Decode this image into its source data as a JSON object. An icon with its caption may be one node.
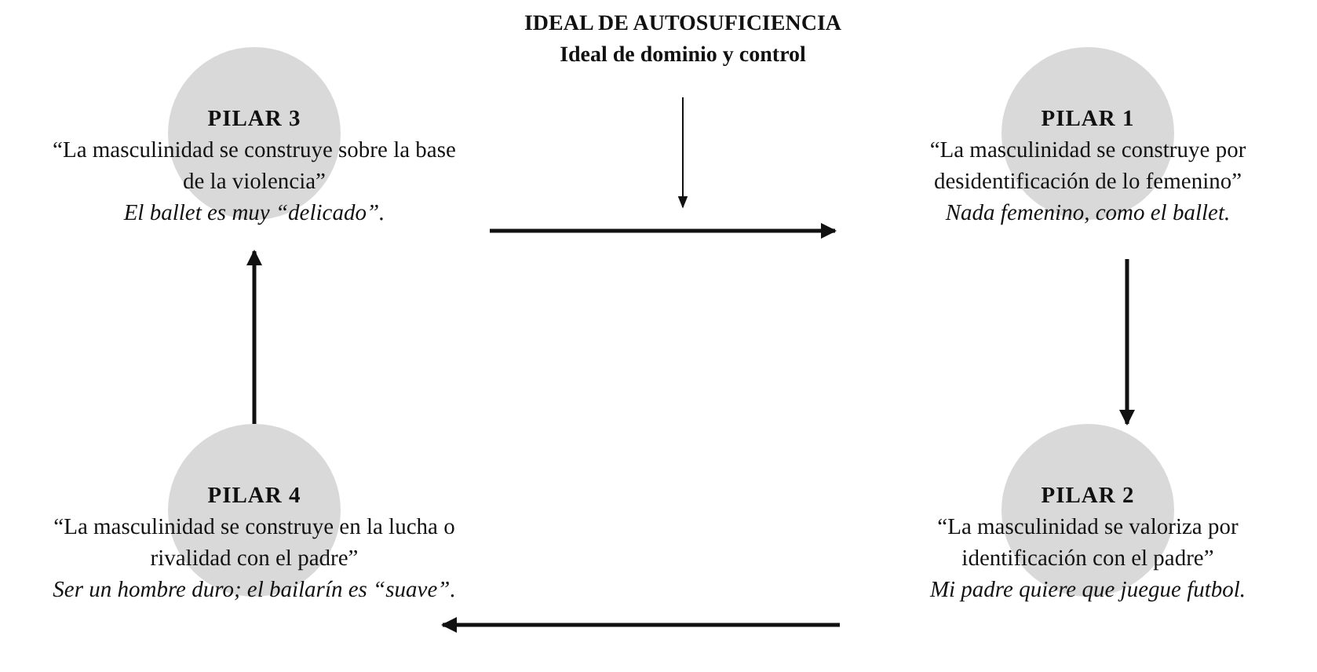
{
  "diagram": {
    "nodes": [
      {
        "text": [
          "IDEAL DE AUTOSUFICIENCIA",
          "Ideal de dominio y control"
        ]
      },
      {
        "text": [
          "PILAR 3",
          "“La masculinidad se construye sobre la base de la violencia”",
          "El ballet es muy “delicado”."
        ]
      },
      {
        "text": [
          "PILAR 1",
          "“La masculinidad se construye por desidentificación de lo femenino”",
          "Nada femenino, como el ballet."
        ]
      },
      {
        "text": [
          "PILAR 4",
          "“La masculinidad se construye en la lucha o rivalidad con el padre”",
          "Ser un hombre duro; el bailarín es “suave”."
        ]
      },
      {
        "text": [
          "PILAR 2",
          "“La masculinidad se valoriza por identificación con el padre”",
          "Mi padre quiere que juegue futbol."
        ]
      }
    ],
    "edges": [
      {
        "from": 0,
        "to": null,
        "arrow": "to"
      },
      {
        "from": 1,
        "to": 2,
        "arrow": "to"
      },
      {
        "from": 2,
        "to": 4,
        "arrow": "to"
      },
      {
        "from": 4,
        "to": 3,
        "arrow": "to"
      },
      {
        "from": 3,
        "to": 1,
        "arrow": "to"
      }
    ]
  }
}
